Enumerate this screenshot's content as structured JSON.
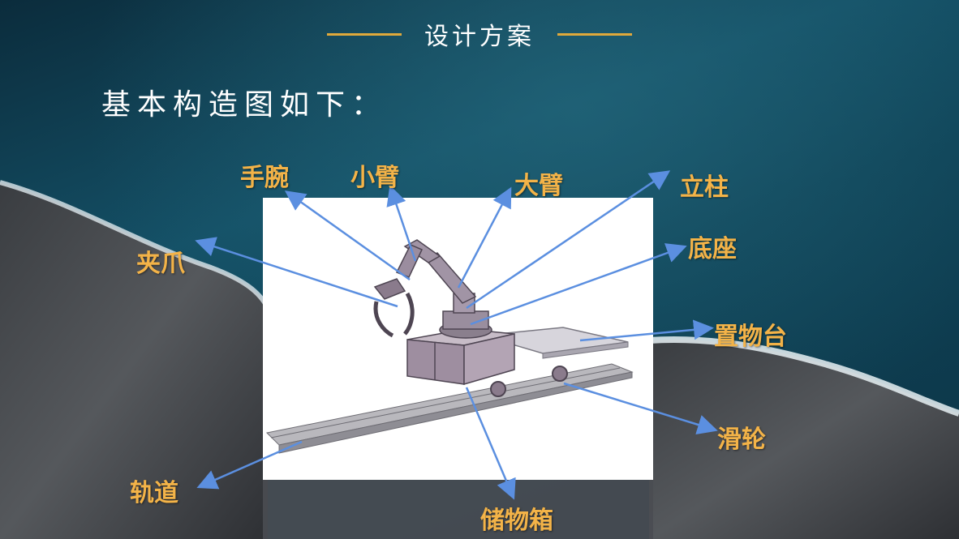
{
  "slide": {
    "title": "设计方案",
    "subtitle": "基本构造图如下："
  },
  "colors": {
    "accent_line": "#e0a93b",
    "label_text": "#f3b348",
    "arrow": "#5b8fe0"
  },
  "labels": {
    "wrist": "手腕",
    "forearm": "小臂",
    "upper_arm": "大臂",
    "column": "立柱",
    "gripper": "夹爪",
    "base": "底座",
    "platform": "置物台",
    "pulley": "滑轮",
    "track": "轨道",
    "storage_box": "储物箱"
  }
}
